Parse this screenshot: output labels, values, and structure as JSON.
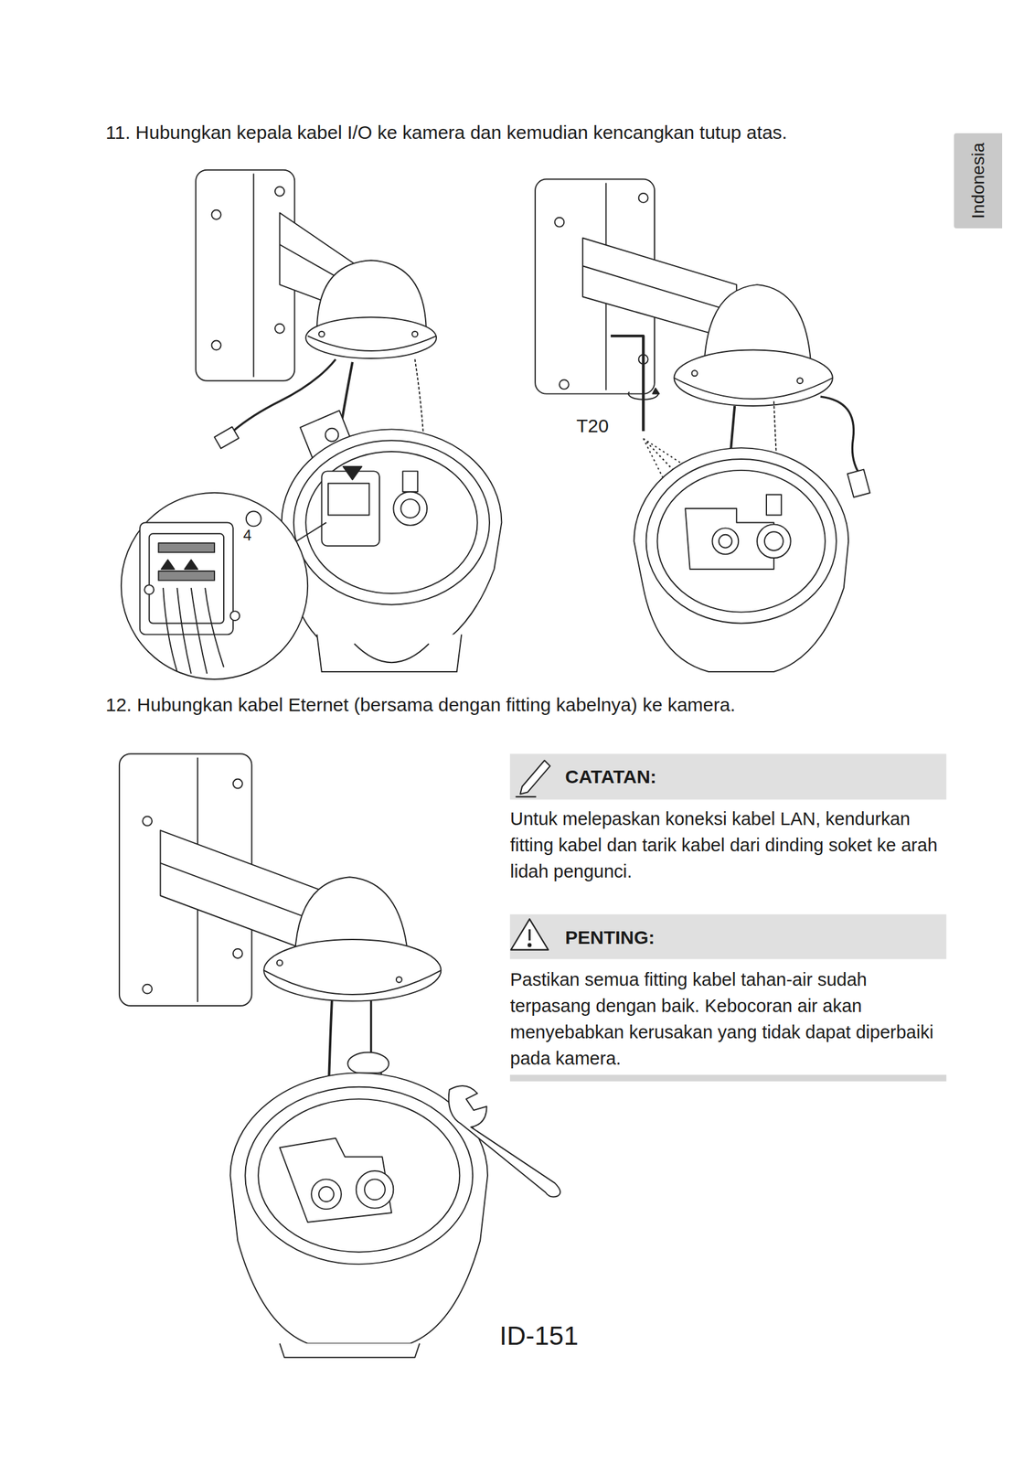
{
  "diagram": {
    "nodes": [
      {
        "text": [
          "Indonesia"
        ]
      },
      {
        "text": [
          "CATATAN:",
          "Untuk melepaskan koneksi kabel LAN, kendurkan fitting kabel dan tarik kabel dari dinding soket ke arah lidah pengunci."
        ]
      },
      {
        "text": [
          "PENTING:",
          "Pastikan semua fitting kabel tahan-air sudah terpasang dengan baik. Kebocoran air akan menyebabkan kerusakan yang tidak dapat diperbaiki pada kamera."
        ]
      }
    ],
    "labels": [
      "11. Hubungkan kepala kabel I/O ke kamera dan kemudian kencangkan tutup atas.",
      "T20",
      "4",
      "12. Hubungkan kabel Eternet (bersama dengan fitting kabelnya) ke kamera.",
      "ID-151"
    ]
  }
}
